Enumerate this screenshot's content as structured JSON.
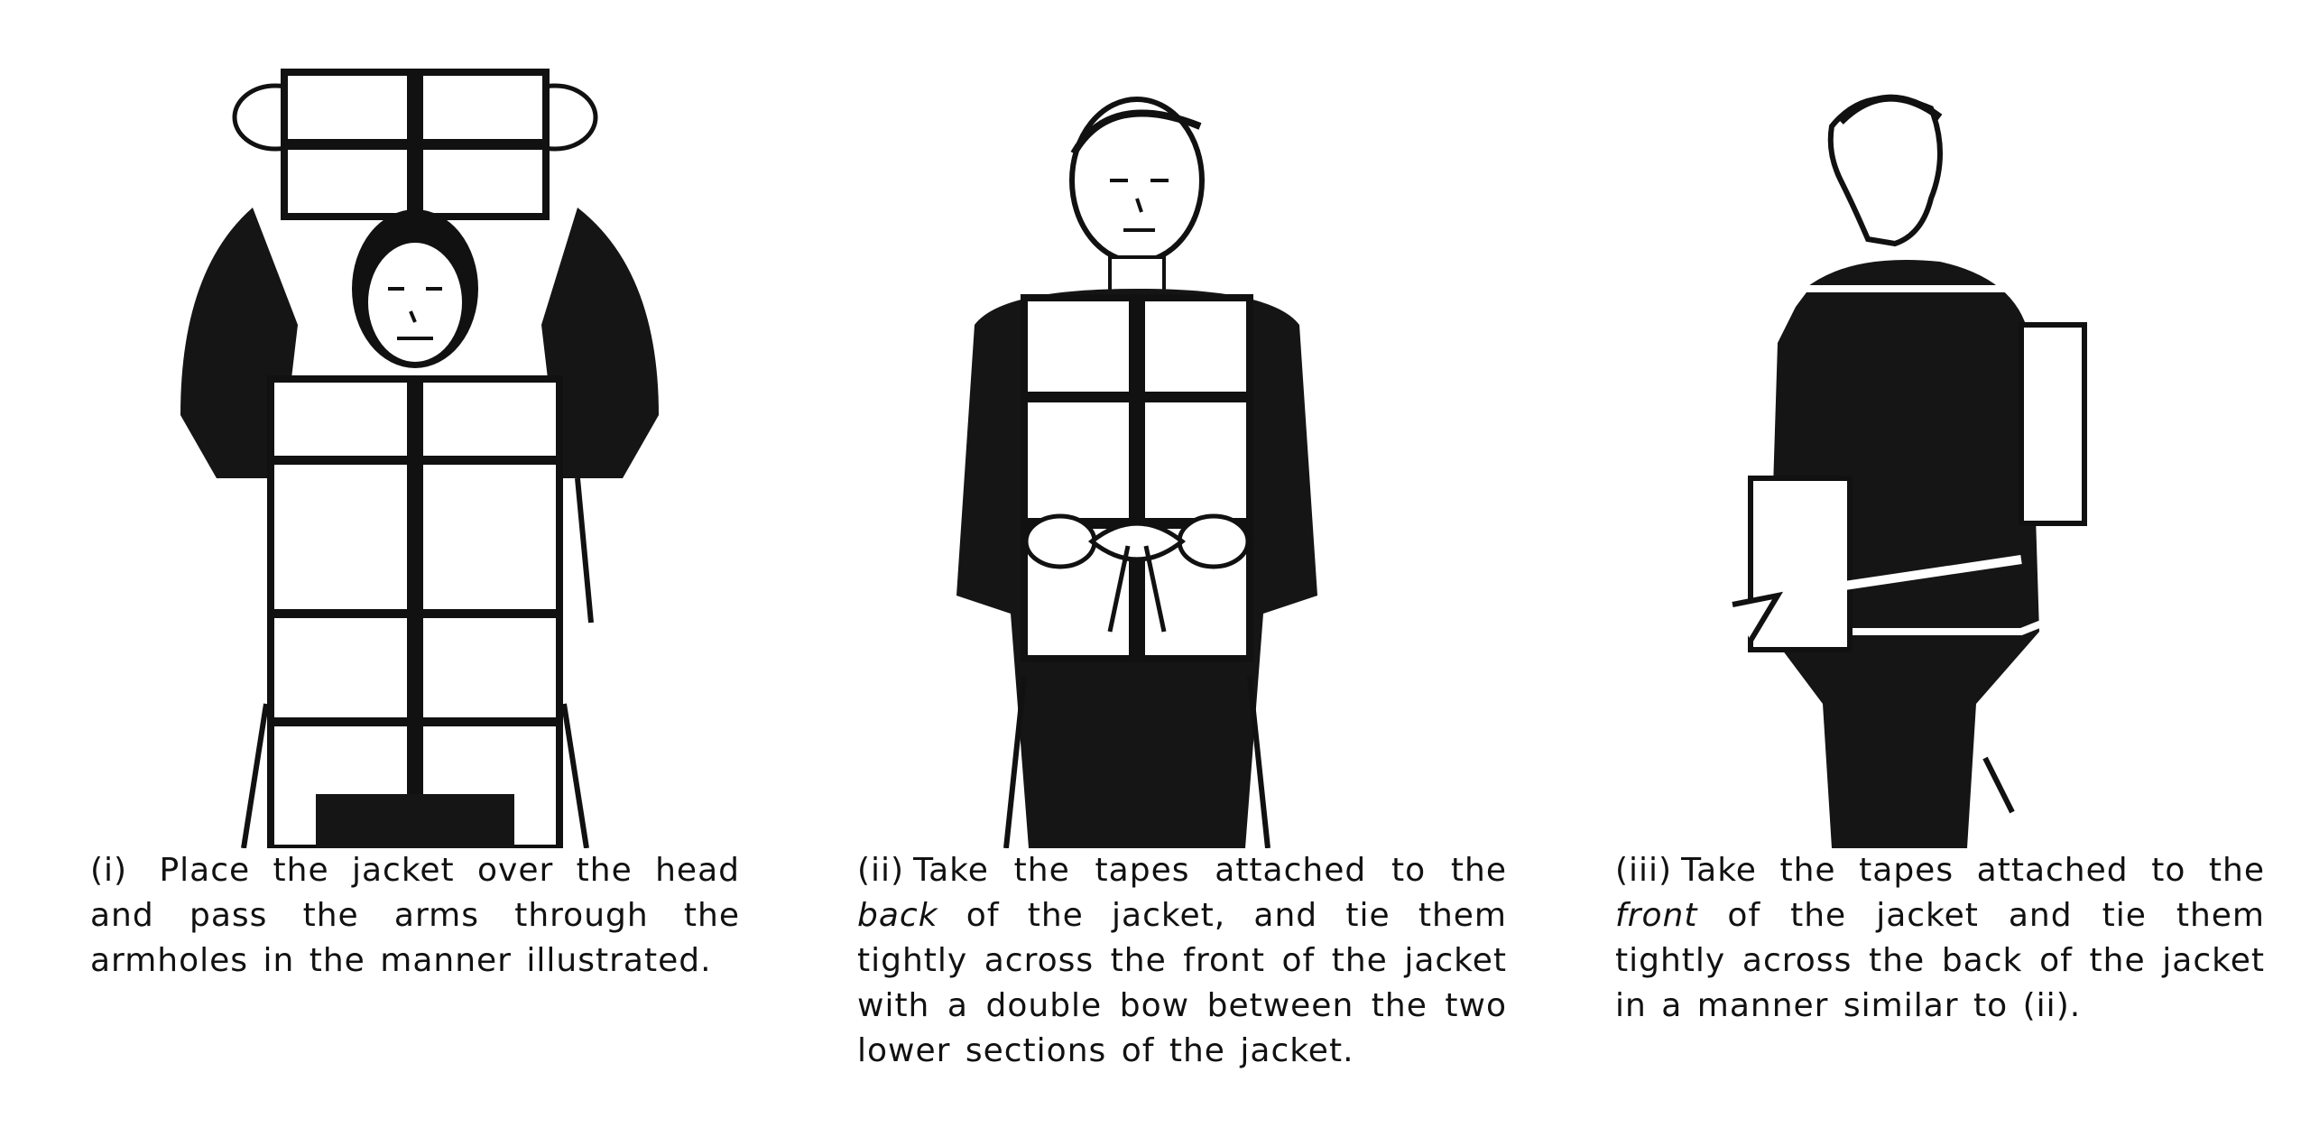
{
  "steps": [
    {
      "number": "(i)",
      "text": "Place the jacket over the head and pass the arms through the armholes in the manner illustrated."
    },
    {
      "number": "(ii)",
      "text_before": "Take the tapes attached to the ",
      "emphasis": "back",
      "text_after": " of the jacket, and tie them tightly across the front of the jacket with a double bow between the two lower sections of the jacket."
    },
    {
      "number": "(iii)",
      "text_before": "Take the tapes attached to the ",
      "emphasis": "front",
      "text_after": " of the jacket and tie them tightly across the back of the jacket in a manner similar to (ii)."
    }
  ],
  "colors": {
    "ink": "#111111",
    "paper": "#ffffff"
  }
}
